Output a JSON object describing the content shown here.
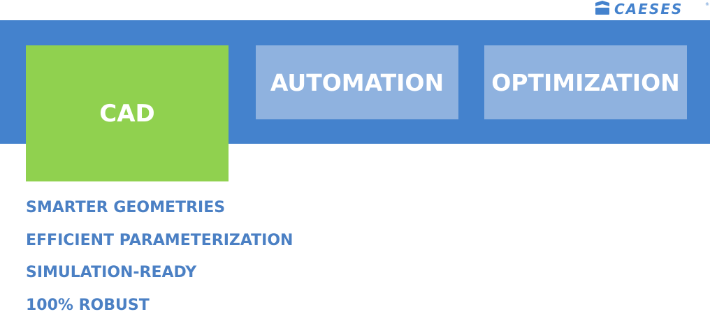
{
  "logo": {
    "text": "CAESES",
    "color": "#4482cd"
  },
  "tabs": [
    {
      "label": "CAD",
      "active": true,
      "color": "#90d14f"
    },
    {
      "label": "AUTOMATION",
      "active": false,
      "color": "#8fb2df"
    },
    {
      "label": "OPTIMIZATION",
      "active": false,
      "color": "#8fb2df"
    }
  ],
  "features": [
    "SMARTER GEOMETRIES",
    "EFFICIENT PARAMETERIZATION",
    "SIMULATION-READY",
    "100% ROBUST"
  ],
  "colors": {
    "band": "#4482cd",
    "feature_text": "#4b80c4"
  }
}
